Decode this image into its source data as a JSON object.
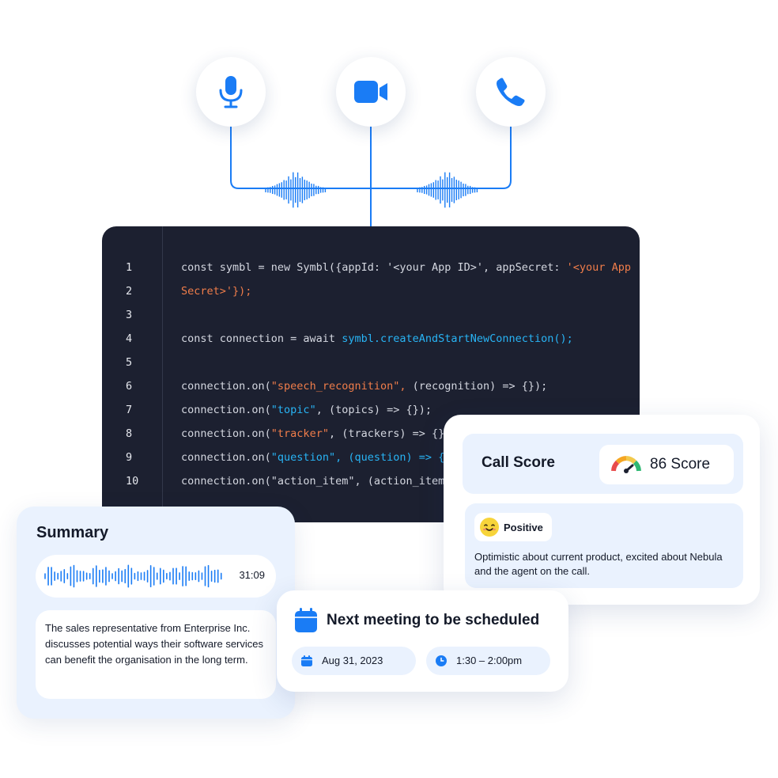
{
  "channels": [
    {
      "name": "microphone"
    },
    {
      "name": "video"
    },
    {
      "name": "phone"
    }
  ],
  "code": {
    "lines": [
      {
        "num": "1",
        "parts": [
          {
            "t": "const symbl = new Symbl({appId: '<your App ID>', appSecret: ",
            "c": "plain"
          },
          {
            "t": "'<your App",
            "c": "str"
          }
        ]
      },
      {
        "num": "2",
        "parts": [
          {
            "t": "Secret>'});",
            "c": "str"
          }
        ]
      },
      {
        "num": "3",
        "parts": []
      },
      {
        "num": "4",
        "parts": [
          {
            "t": "const connection = await ",
            "c": "plain"
          },
          {
            "t": "symbl.createAndStartNewConnection();",
            "c": "fn"
          }
        ]
      },
      {
        "num": "5",
        "parts": []
      },
      {
        "num": "6",
        "parts": [
          {
            "t": "connection.on(",
            "c": "plain"
          },
          {
            "t": "\"speech_recognition\",",
            "c": "str"
          },
          {
            "t": " (recognition) => {});",
            "c": "plain"
          }
        ]
      },
      {
        "num": "7",
        "parts": [
          {
            "t": "connection.on(",
            "c": "plain"
          },
          {
            "t": "\"topic\"",
            "c": "fn"
          },
          {
            "t": ", (topics) => {});",
            "c": "plain"
          }
        ]
      },
      {
        "num": "8",
        "parts": [
          {
            "t": "connection.on(",
            "c": "plain"
          },
          {
            "t": "\"tracker\"",
            "c": "str"
          },
          {
            "t": ", (trackers) => {});",
            "c": "plain"
          }
        ]
      },
      {
        "num": "9",
        "parts": [
          {
            "t": "connection.on(",
            "c": "plain"
          },
          {
            "t": "\"question\", (question) => {});",
            "c": "fn"
          }
        ]
      },
      {
        "num": "10",
        "parts": [
          {
            "t": "connection.on(\"action_item\", (action_item) => {});",
            "c": "plain"
          }
        ]
      }
    ]
  },
  "summary": {
    "title": "Summary",
    "duration": "31:09",
    "text": "The sales representative from Enterprise Inc. discusses potential ways their software services can benefit the organisation in the long term."
  },
  "call_score": {
    "title": "Call Score",
    "score_text": "86 Score",
    "score": 86,
    "sentiment_label": "Positive",
    "sentiment_text": "Optimistic about current product, excited about Nebula and the agent on the call."
  },
  "meeting": {
    "title": "Next meeting to be scheduled",
    "date": "Aug 31, 2023",
    "time": "1:30 – 2:00pm"
  },
  "colors": {
    "accent": "#1a7cf5",
    "code_bg": "#1c2030",
    "card_tint": "#eaf2fe",
    "string": "#f07d4a",
    "function": "#28b4f5"
  }
}
